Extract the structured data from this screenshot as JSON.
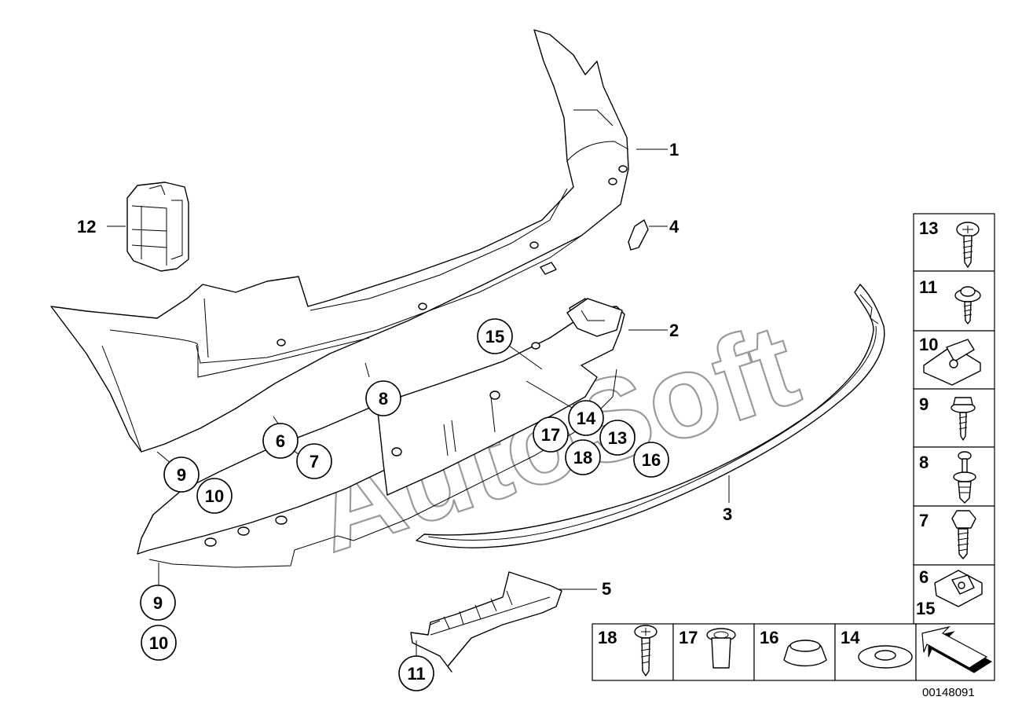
{
  "diagram": {
    "watermark": "AutoSoft",
    "document_id": "00148091",
    "callouts": {
      "c1": "1",
      "c2": "2",
      "c3": "3",
      "c4": "4",
      "c5": "5",
      "c12": "12",
      "c15": "15",
      "c8": "8",
      "c14": "14",
      "c17": "17",
      "c13": "13",
      "c18": "18",
      "c16": "16",
      "c6": "6",
      "c7": "7",
      "c9a": "9",
      "c10a": "10",
      "c9b": "9",
      "c10b": "10",
      "c11": "11"
    },
    "legend_side": {
      "r13": "13",
      "r11": "11",
      "r10": "10",
      "r9": "9",
      "r8": "8",
      "r7": "7",
      "r6": "6",
      "r15": "15"
    },
    "legend_bottom": {
      "b18": "18",
      "b17": "17",
      "b16": "16",
      "b14": "14"
    },
    "icons": [
      "screw-icon",
      "bolt-icon",
      "nut-clip-icon",
      "rivet-icon",
      "grommet-icon",
      "washer-icon",
      "arrow-icon"
    ]
  }
}
